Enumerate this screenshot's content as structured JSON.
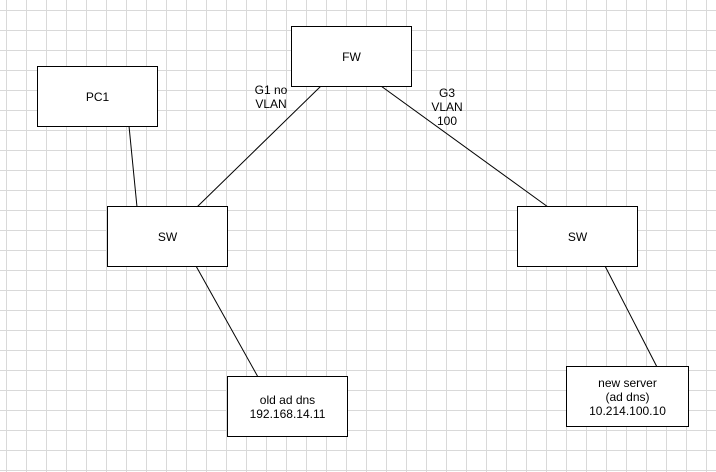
{
  "diagram": {
    "nodes": {
      "fw": {
        "label": "FW"
      },
      "pc1": {
        "label": "PC1"
      },
      "sw_left": {
        "label": "SW"
      },
      "sw_right": {
        "label": "SW"
      },
      "old_server": {
        "label": "old ad dns\n192.168.14.11"
      },
      "new_server": {
        "label": "new server\n(ad dns)\n10.214.100.10"
      }
    },
    "edges": {
      "fw_sw_left": {
        "label": "G1 no\nVLAN"
      },
      "fw_sw_right": {
        "label": "G3\nVLAN\n100"
      }
    },
    "colors": {
      "grid": "#d9d9d9",
      "stroke": "#000000",
      "node_fill": "#ffffff"
    }
  }
}
